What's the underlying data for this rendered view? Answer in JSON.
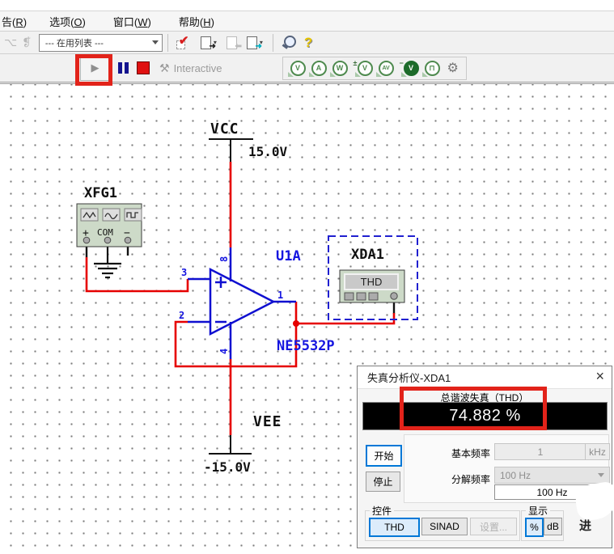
{
  "menu": {
    "items": [
      {
        "pre": "告(",
        "key": "R",
        "post": ")"
      },
      {
        "pre": "选项(",
        "key": "O",
        "post": ")"
      },
      {
        "pre": "窗口(",
        "key": "W",
        "post": ")"
      },
      {
        "pre": "帮助(",
        "key": "H",
        "post": ")"
      }
    ]
  },
  "toolbar": {
    "in_use_list": "--- 在用列表 ---",
    "interactive": "Interactive",
    "icons": {
      "play": "▶",
      "erc_check": "✔",
      "export_arrow": "➜",
      "caret": "▾",
      "gear": "⚙",
      "wrench": "⚒",
      "help": "?",
      "close": "×",
      "combo_caret": "˅"
    },
    "probes": {
      "voltage": "V",
      "current": "A",
      "power": "W",
      "differential": "V",
      "differential_prefix": "±",
      "volt_current": "AV",
      "reference": "V",
      "reference_prefix": "−",
      "digital": "⊓"
    }
  },
  "circuit": {
    "vcc": {
      "label": "VCC",
      "value": "15.0V"
    },
    "vee": {
      "label": "VEE",
      "value": "-15.0V"
    },
    "xfg1": {
      "ref": "XFG1",
      "plus": "+",
      "com": "COM",
      "minus": "−"
    },
    "opamp": {
      "ref": "U1A",
      "part": "NE5532P",
      "plus": "+",
      "minus": "−",
      "pin_in_plus": "3",
      "pin_in_minus": "2",
      "pin_out": "1",
      "pin_vcc": "8",
      "pin_vee": "4"
    },
    "xda1": {
      "ref": "XDA1",
      "display": "THD"
    }
  },
  "dialog": {
    "title": "失真分析仪-XDA1",
    "thd_label": "总谐波失真（THD）",
    "thd_value": "74.882 %",
    "start": "开始",
    "stop": "停止",
    "fundamental_label": "基本频率",
    "fundamental_value": "1",
    "fundamental_unit": "kHz",
    "resolution_label": "分解频率",
    "resolution_value": "100 Hz",
    "resolution_readout": "100 Hz",
    "controls_group": "控件",
    "btn_thd": "THD",
    "btn_sinad": "SINAD",
    "btn_settings": "设置...",
    "display_group": "显示",
    "btn_percent": "%",
    "btn_db": "dB",
    "partial_text": "进"
  },
  "colors": {
    "annotation_red": "#e2231a",
    "wire_red": "#e60000",
    "circuit_blue": "#0f0fd0",
    "instrument_green": "#cddac8",
    "selection_blue": "#0078d7"
  }
}
